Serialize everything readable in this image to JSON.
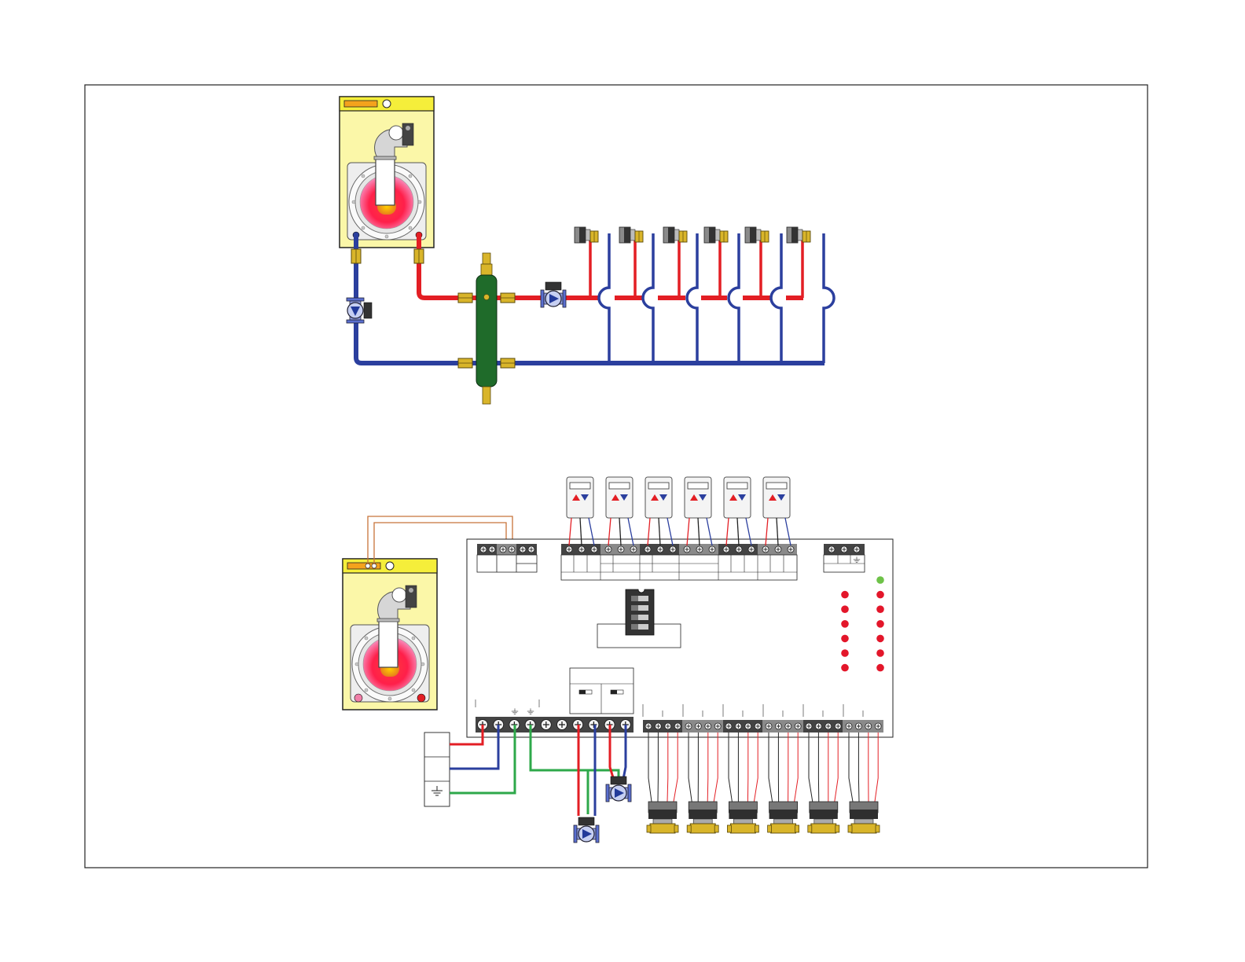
{
  "colors": {
    "supply": "#e31e24",
    "return": "#2b3f9e",
    "ground": "#2ea84a",
    "signal": "#c8733a",
    "boiler_body": "#fbf7a8",
    "boiler_bar": "#f5ee3a",
    "separator": "#1f6b2a",
    "brass": "#d9b52a",
    "terminal_dark": "#444444",
    "terminal_light": "#8a8a8a",
    "led_red": "#e3162a",
    "led_green": "#6ec248"
  },
  "icons": [
    "boiler-icon",
    "burner-flame-icon",
    "circulator-pump-icon",
    "hydraulic-separator-icon",
    "zone-valve-icon",
    "thermostat-icon",
    "terminal-screw-icon",
    "ground-symbol-icon",
    "status-led-icon",
    "dip-switch-icon",
    "power-supply-box-icon"
  ],
  "plumbing": {
    "zone_count": 6
  },
  "wiring": {
    "thermostat_count": 6,
    "zone_valve_count": 6,
    "led_red_count": 13,
    "led_green_count": 1
  }
}
